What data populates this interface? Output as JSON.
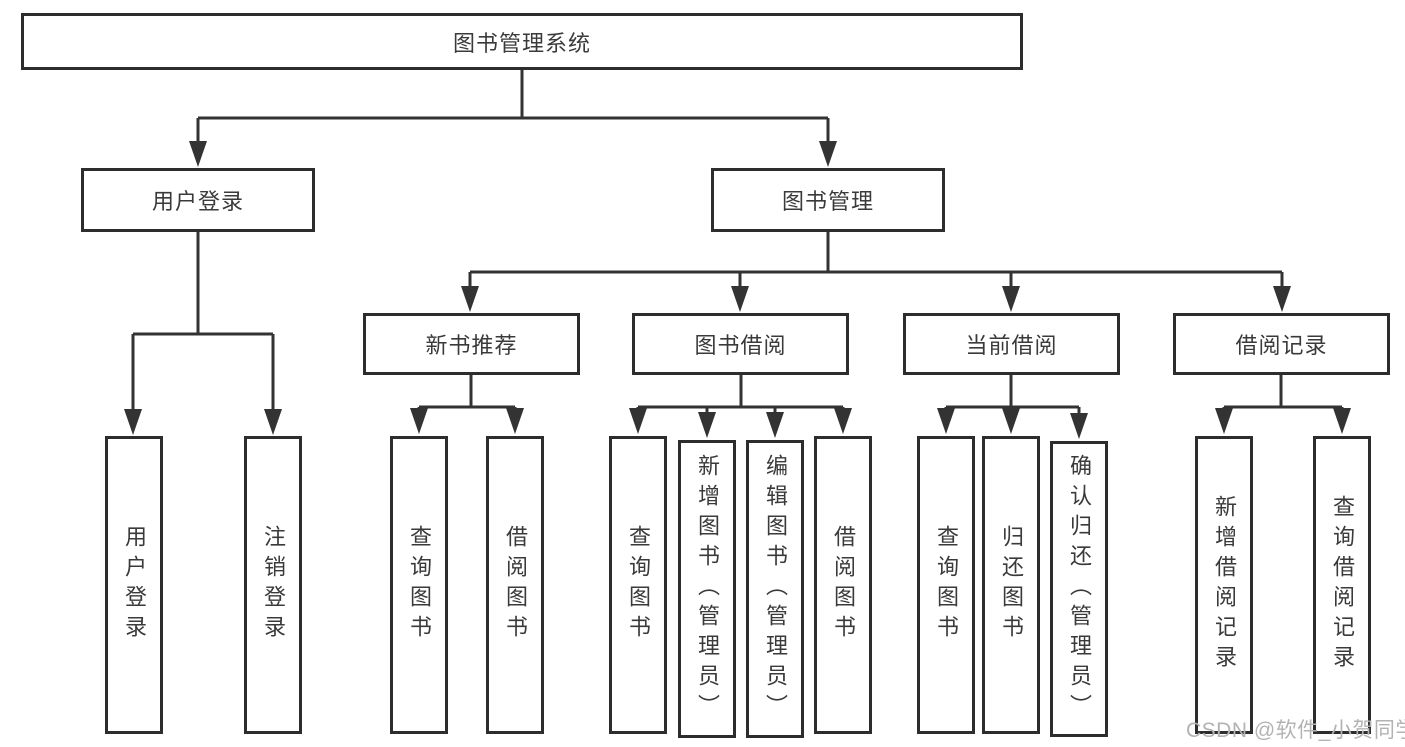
{
  "diagram_title": "图书管理系统",
  "tree": {
    "label": "图书管理系统",
    "children": [
      {
        "label": "用户登录",
        "children": [
          {
            "label": "用户登录"
          },
          {
            "label": "注销登录"
          }
        ]
      },
      {
        "label": "图书管理",
        "children": [
          {
            "label": "新书推荐",
            "children": [
              {
                "label": "查询图书"
              },
              {
                "label": "借阅图书"
              }
            ]
          },
          {
            "label": "图书借阅",
            "children": [
              {
                "label": "查询图书"
              },
              {
                "label": "新增图书（管理员）"
              },
              {
                "label": "编辑图书（管理员）"
              },
              {
                "label": "借阅图书"
              }
            ]
          },
          {
            "label": "当前借阅",
            "children": [
              {
                "label": "查询图书"
              },
              {
                "label": "归还图书"
              },
              {
                "label": "确认归还（管理员）"
              }
            ]
          },
          {
            "label": "借阅记录",
            "children": [
              {
                "label": "新增借阅记录"
              },
              {
                "label": "查询借阅记录"
              }
            ]
          }
        ]
      }
    ]
  },
  "watermark": {
    "text": "CSDN @软件_小贺同学"
  },
  "colors": {
    "box_border": "#2d2d2d",
    "connector_line": "#333333",
    "text": "#3a3a3a",
    "watermark": "#b3b3b3",
    "background": "#ffffff"
  }
}
